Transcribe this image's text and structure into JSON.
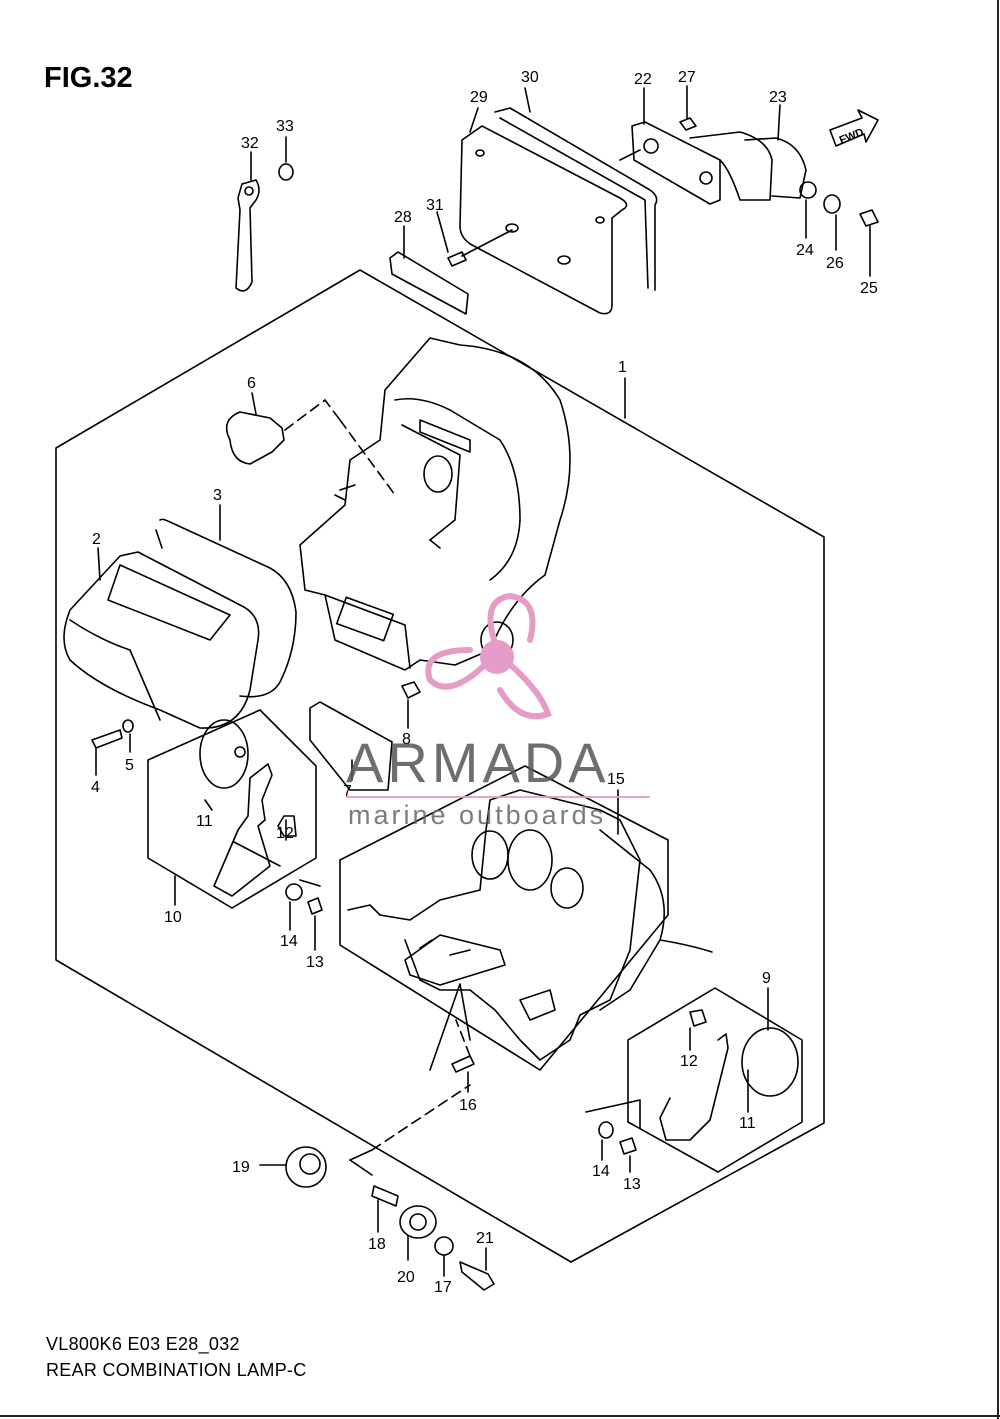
{
  "figure": {
    "title": "FIG.32",
    "model_code": "VL800K6 E03 E28_032",
    "caption": "REAR COMBINATION LAMP-C"
  },
  "watermark": {
    "brand": "ARMADA",
    "tagline": "marine outboards",
    "accent_color": "#e59cc6"
  },
  "fwd_label": "FWD",
  "callouts": [
    "1",
    "2",
    "3",
    "4",
    "5",
    "6",
    "7",
    "8",
    "9",
    "10",
    "11",
    "12",
    "13",
    "14",
    "15",
    "16",
    "17",
    "18",
    "19",
    "20",
    "21",
    "22",
    "23",
    "24",
    "25",
    "26",
    "27",
    "28",
    "29",
    "30",
    "31",
    "32",
    "33",
    "11",
    "12",
    "13",
    "14"
  ]
}
